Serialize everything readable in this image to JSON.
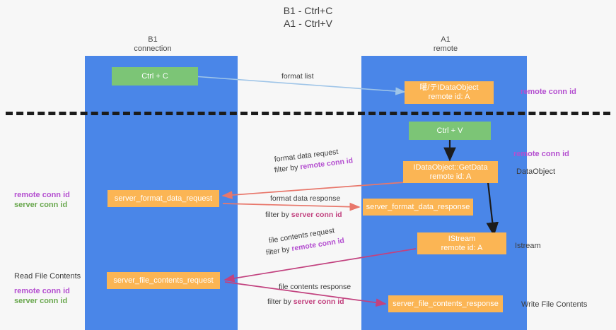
{
  "diagram": {
    "title_line1": "B1 - Ctrl+C",
    "title_line2": "A1 - Ctrl+V",
    "columns": [
      {
        "name": "B1",
        "role": "connection"
      },
      {
        "name": "A1",
        "role": "remote"
      }
    ],
    "colors": {
      "lane": "#4a86e8",
      "green_box": "#7cc576",
      "orange_box": "#fbb554",
      "remote_conn_id": "#b44fd0",
      "server_conn_id": "#6aa84f",
      "format_arrow": "#e8776b",
      "file_arrow": "#c2427f",
      "format_list_arrow": "#9fc5e8",
      "flow_arrow": "#1c1c1c",
      "divider": "#1c1c1c",
      "background": "#f7f7f7"
    },
    "boxes": [
      {
        "id": "ctrl-c",
        "label": "Ctrl + C",
        "kind": "green",
        "column": "B1"
      },
      {
        "id": "reg-dataobject",
        "label_line1": "嚾/テIDataObject",
        "label_line2": "remote id: A",
        "kind": "orange",
        "column": "A1"
      },
      {
        "id": "ctrl-v",
        "label": "Ctrl + V",
        "kind": "green",
        "column": "A1"
      },
      {
        "id": "getdata",
        "label_line1": "IDataObject::GetData",
        "label_line2": "remote id: A",
        "kind": "orange",
        "column": "A1"
      },
      {
        "id": "server-format-data-request",
        "label": "server_format_data_request",
        "kind": "orange",
        "column": "B1"
      },
      {
        "id": "server-format-data-response",
        "label": "server_format_data_response",
        "kind": "orange",
        "column": "A1"
      },
      {
        "id": "istream",
        "label_line1": "IStream",
        "label_line2": "remote id: A",
        "kind": "orange",
        "column": "A1"
      },
      {
        "id": "server-file-contents-request",
        "label": "server_file_contents_request",
        "kind": "orange",
        "column": "B1"
      },
      {
        "id": "server-file-contents-response",
        "label": "server_file_contents_response",
        "kind": "orange",
        "column": "A1"
      }
    ],
    "arrow_labels": [
      {
        "id": "format-list",
        "text": "format list"
      },
      {
        "id": "format-data-request",
        "text": "format data request",
        "filter_prefix": "filter by ",
        "filter_tag": "remote conn id"
      },
      {
        "id": "format-data-response",
        "text": "format data response",
        "filter_prefix": "filter by ",
        "filter_tag": "server conn id"
      },
      {
        "id": "file-contents-request",
        "text": "file contents request",
        "filter_prefix": "filter by ",
        "filter_tag": "remote conn id"
      },
      {
        "id": "file-contents-response",
        "text": "file contents response",
        "filter_prefix": "filter by ",
        "filter_tag": "server conn id"
      }
    ],
    "left_annotations": [
      {
        "id": "format-conn-ids",
        "remote": "remote conn id",
        "server": "server conn id"
      },
      {
        "id": "read-file-contents",
        "title": "Read File Contents",
        "remote": "remote conn id",
        "server": "server conn id"
      }
    ],
    "right_annotations": [
      {
        "id": "remote-conn-id-top",
        "text": "remote conn id",
        "style": "remote"
      },
      {
        "id": "remote-conn-id-mid",
        "text": "remote conn id",
        "style": "remote"
      },
      {
        "id": "dataobject",
        "text": "DataObject",
        "style": "plain"
      },
      {
        "id": "istream-label",
        "text": "Istream",
        "style": "plain"
      },
      {
        "id": "write-file-contents",
        "text": "Write File Contents",
        "style": "plain"
      }
    ]
  }
}
